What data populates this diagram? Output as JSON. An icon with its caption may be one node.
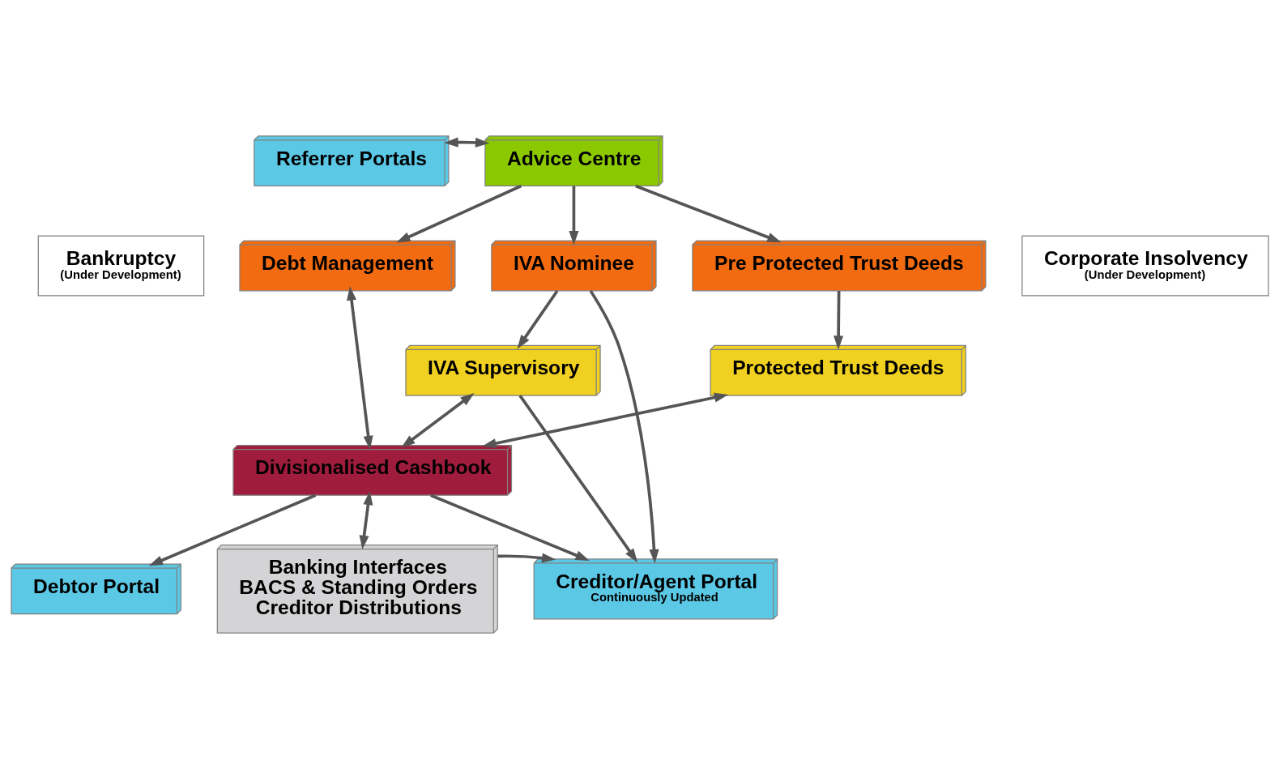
{
  "diagram": {
    "nodes": [
      {
        "text": [
          "Referrer Portals"
        ]
      },
      {
        "text": [
          "Advice Centre"
        ]
      },
      {
        "text": [
          "Bankruptcy",
          "(Under Development)"
        ]
      },
      {
        "text": [
          "Debt Management"
        ]
      },
      {
        "text": [
          "IVA Nominee"
        ]
      },
      {
        "text": [
          "Pre Protected Trust Deeds"
        ]
      },
      {
        "text": [
          "Corporate Insolvency",
          "(Under Development)"
        ]
      },
      {
        "text": [
          "IVA Supervisory"
        ]
      },
      {
        "text": [
          "Protected Trust Deeds"
        ]
      },
      {
        "text": [
          "Divisionalised Cashbook"
        ]
      },
      {
        "text": [
          "Debtor Portal"
        ]
      },
      {
        "text": [
          "Banking Interfaces",
          "BACS & Standing Orders",
          "Creditor Distributions"
        ]
      },
      {
        "text": [
          "Creditor/Agent Portal",
          "Continuously Updated"
        ]
      }
    ],
    "edges": [
      {
        "from": 0,
        "to": 1,
        "arrow": "both"
      },
      {
        "from": 1,
        "to": 3,
        "arrow": "to"
      },
      {
        "from": 1,
        "to": 4,
        "arrow": "to"
      },
      {
        "from": 1,
        "to": 5,
        "arrow": "to"
      },
      {
        "from": 3,
        "to": 9,
        "arrow": "both"
      },
      {
        "from": 4,
        "to": 7,
        "arrow": "to"
      },
      {
        "from": 5,
        "to": 8,
        "arrow": "to"
      },
      {
        "from": 4,
        "to": 12,
        "arrow": "to"
      },
      {
        "from": 7,
        "to": 9,
        "arrow": "both"
      },
      {
        "from": 8,
        "to": 9,
        "arrow": "both"
      },
      {
        "from": 7,
        "to": 12,
        "arrow": "to"
      },
      {
        "from": 9,
        "to": 10,
        "arrow": "to"
      },
      {
        "from": 9,
        "to": 11,
        "arrow": "both"
      },
      {
        "from": 9,
        "to": 12,
        "arrow": "to"
      },
      {
        "from": 11,
        "to": 12,
        "arrow": "to"
      }
    ]
  }
}
